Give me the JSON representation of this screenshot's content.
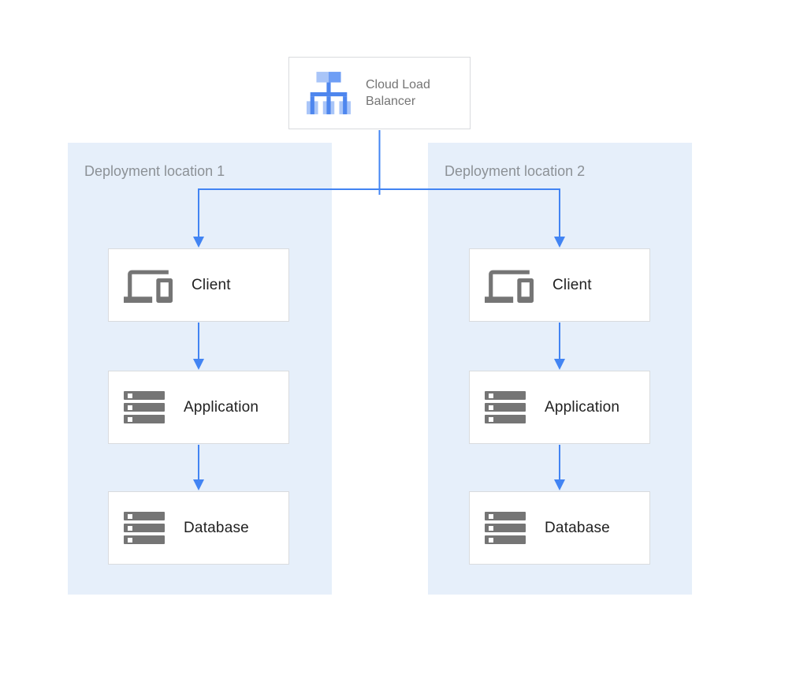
{
  "load_balancer": {
    "label": "Cloud Load Balancer",
    "icon": "load-balancer-icon"
  },
  "regions": [
    {
      "label": "Deployment location 1",
      "nodes": [
        {
          "label": "Client",
          "icon": "devices-icon"
        },
        {
          "label": "Application",
          "icon": "server-stack-icon"
        },
        {
          "label": "Database",
          "icon": "server-stack-icon"
        }
      ]
    },
    {
      "label": "Deployment location 2",
      "nodes": [
        {
          "label": "Client",
          "icon": "devices-icon"
        },
        {
          "label": "Application",
          "icon": "server-stack-icon"
        },
        {
          "label": "Database",
          "icon": "server-stack-icon"
        }
      ]
    }
  ],
  "colors": {
    "region_fill": "#E6EFFA",
    "arrow_blue": "#4284F3",
    "box_border": "#D9DBDE",
    "node_text": "#212121",
    "lb_text": "#757575",
    "region_label_text": "#8C9196",
    "icon_gray": "#757575",
    "icon_blue_light": "#A9C5F8",
    "icon_blue_mid": "#6E9EF5",
    "icon_blue_dark": "#4E86EE"
  }
}
